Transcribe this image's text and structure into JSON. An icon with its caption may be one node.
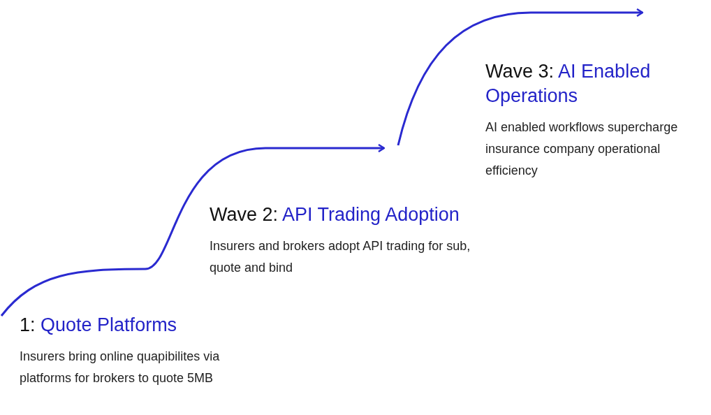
{
  "diagram": {
    "nodes": [
      {
        "text": [
          "1:",
          "Quote Platforms",
          "Insurers bring online quapibilites via platforms for brokers to quote 5MB"
        ]
      },
      {
        "text": [
          "Wave 2:",
          "API Trading Adoption",
          "Insurers and brokers adopt API trading for sub, quote and bind"
        ]
      },
      {
        "text": [
          "Wave 3:",
          "AI Enabled Operations",
          "AI enabled workflows supercharge insurance company operational efficiency"
        ]
      }
    ]
  }
}
